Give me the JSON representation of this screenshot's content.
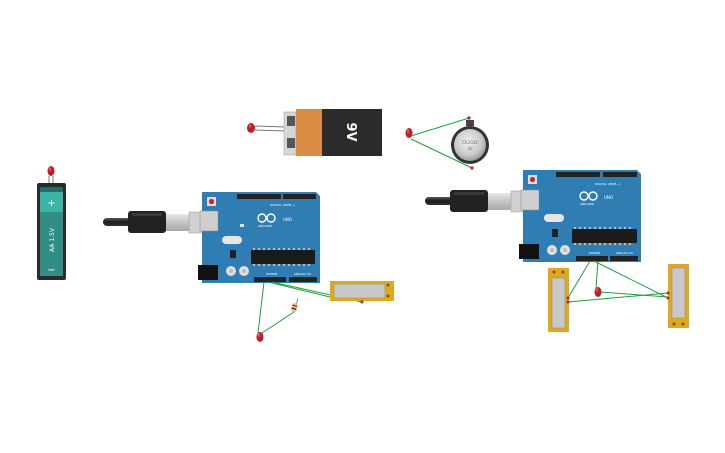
{
  "canvas": {
    "background": "#ffffff",
    "wire_color": "#1e9e3a",
    "board_color": "#2f7db3",
    "pcb_dark": "#1f5f8f"
  },
  "components": {
    "aa_battery": {
      "label": "AA 1.5V",
      "plus": "+",
      "minus": "−",
      "color": "#3bb3a7"
    },
    "battery_9v": {
      "label": "9V",
      "cap_color": "#d98c43",
      "body_color": "#2b2b2b"
    },
    "coin_cell": {
      "label": "CR2032",
      "sublabel": "3V"
    },
    "arduino_left": {
      "logo": "ARDUINO",
      "model": "UNO",
      "digital_label": "DIGITAL (PWM~)",
      "power_label": "POWER",
      "analog_label": "ANALOG IN"
    },
    "arduino_right": {
      "logo": "ARDUINO",
      "model": "UNO",
      "digital_label": "DIGITAL (PWM~)",
      "power_label": "POWER",
      "analog_label": "ANALOG IN"
    },
    "usb_cable_left": {
      "icon": "usb-plug-icon"
    },
    "usb_cable_right": {
      "icon": "usb-plug-icon"
    },
    "led_color": "#b8202a"
  }
}
